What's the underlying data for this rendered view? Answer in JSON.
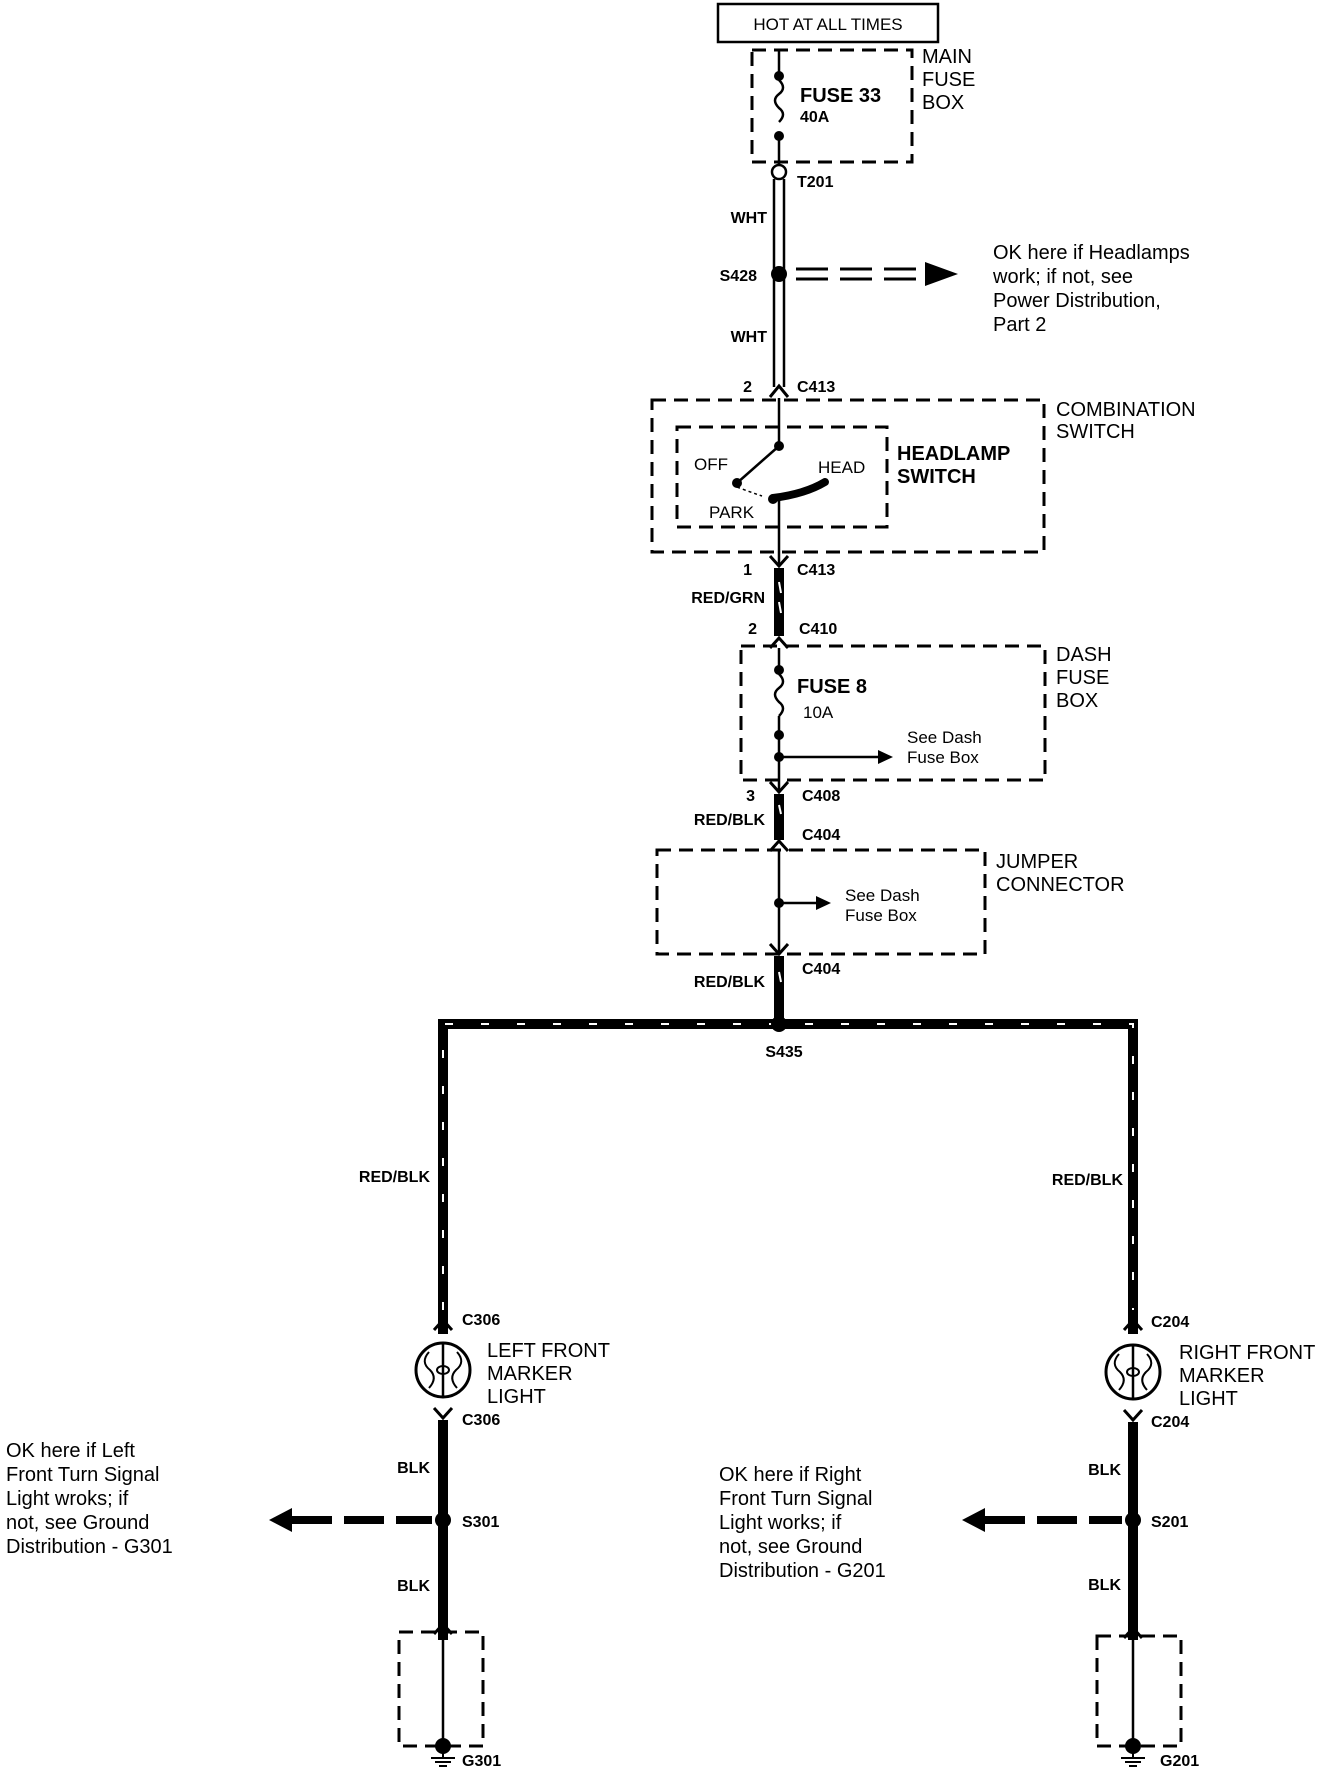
{
  "power_source": {
    "label": "HOT AT ALL TIMES"
  },
  "main_fuse_box": {
    "name_lines": [
      "MAIN",
      "FUSE",
      "BOX"
    ],
    "fuse_label": "FUSE 33",
    "fuse_rating": "40A",
    "terminal": "T201"
  },
  "wires": {
    "wht_upper": "WHT",
    "wht_lower": "WHT",
    "red_grn": "RED/GRN",
    "red_blk_a": "RED/BLK",
    "red_blk_b": "RED/BLK",
    "red_blk_left": "RED/BLK",
    "red_blk_right": "RED/BLK",
    "blk_left_upper": "BLK",
    "blk_left_lower": "BLK",
    "blk_right_upper": "BLK",
    "blk_right_lower": "BLK"
  },
  "splices": {
    "s428": "S428",
    "s435": "S435",
    "s301": "S301",
    "s201": "S201"
  },
  "notes": {
    "headlamps": [
      "OK here if Headlamps",
      "work; if not, see",
      "Power Distribution,",
      "Part 2"
    ],
    "left_turn": [
      "OK here if Left",
      "Front Turn Signal",
      "Light wroks; if",
      "not, see Ground",
      "Distribution - G301"
    ],
    "right_turn": [
      "OK here if Right",
      "Front Turn Signal",
      "Light works; if",
      "not, see Ground",
      "Distribution - G201"
    ]
  },
  "combination_switch": {
    "name_lines": [
      "COMBINATION",
      "SWITCH"
    ],
    "connector": "C413",
    "pin_top": "2",
    "pin_bottom": "1",
    "headlamp_switch": {
      "name_lines": [
        "HEADLAMP",
        "SWITCH"
      ],
      "positions": {
        "off": "OFF",
        "head": "HEAD",
        "park": "PARK"
      }
    }
  },
  "dash_fuse_box": {
    "name_lines": [
      "DASH",
      "FUSE",
      "BOX"
    ],
    "connector_top": "C410",
    "pin_top": "2",
    "connector_bottom": "C408",
    "pin_bottom": "3",
    "fuse_label": "FUSE 8",
    "fuse_rating": "10A",
    "see_lines": [
      "See Dash",
      "Fuse Box"
    ]
  },
  "jumper_connector": {
    "name_lines": [
      "JUMPER",
      "CONNECTOR"
    ],
    "connector_top": "C404",
    "connector_bottom": "C404",
    "see_lines": [
      "See Dash",
      "Fuse Box"
    ]
  },
  "left_marker": {
    "name_lines": [
      "LEFT FRONT",
      "MARKER",
      "LIGHT"
    ],
    "connector_top": "C306",
    "connector_bottom": "C306",
    "ground": "G301"
  },
  "right_marker": {
    "name_lines": [
      "RIGHT FRONT",
      "MARKER",
      "LIGHT"
    ],
    "connector_top": "C204",
    "connector_bottom": "C204",
    "ground": "G201"
  }
}
